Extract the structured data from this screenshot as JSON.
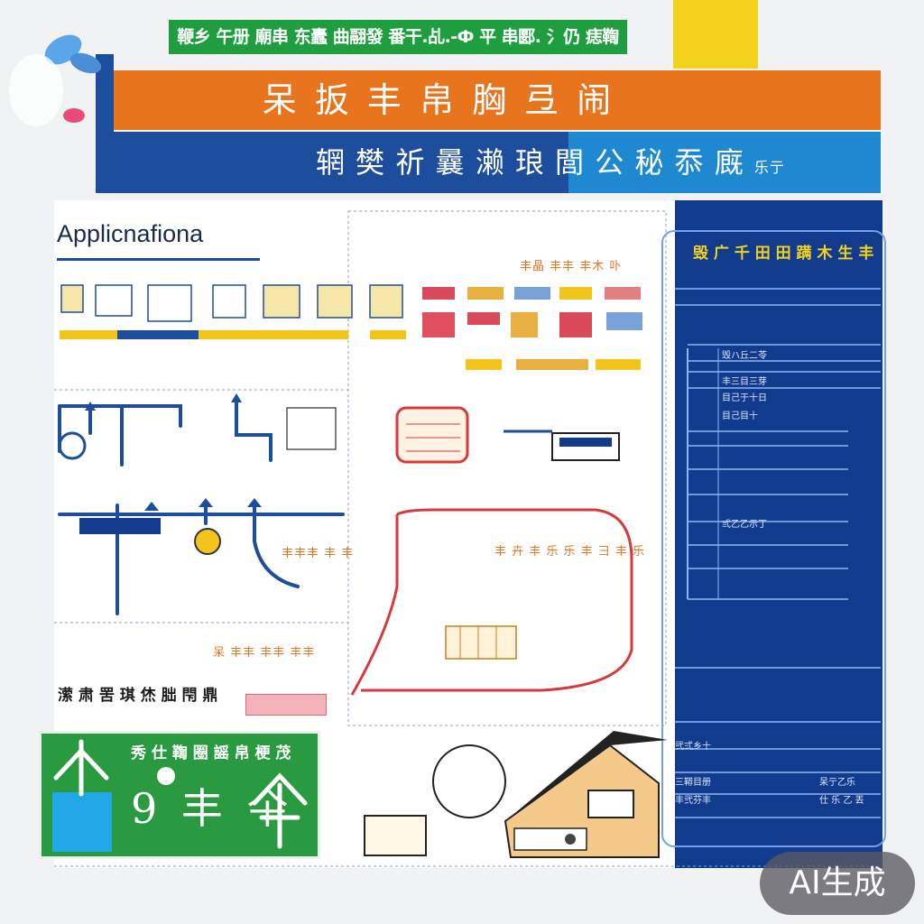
{
  "banner": {
    "green_text": "鞭乡 午册 廟串 东蠹 曲翮發 番干.乩.-Ф 平 串郾. 氵仍 痣鞫",
    "orange_title": "呆 扳 丰 帛 胸 弖 闹",
    "blue_title": "辋 樊 祈 曩 濑 琅 閭  公 秘 忝 廐",
    "blue_title_small": "乐亍",
    "accent_colors": {
      "green": "#1f9e3f",
      "orange": "#e8741e",
      "navy": "#1d4e9e",
      "blue": "#1e88d0",
      "yellow": "#f2d21c"
    }
  },
  "app_label": "Applicnafiona",
  "right_panel": {
    "header": "毁 广 千 田 田 蹒 木 生 丰",
    "rows": [
      "毁ハ丘二苓",
      "丰三目三芽",
      "目己于十日",
      "目己目十",
      "弎乙乙示丁",
      "弐弍乡十",
      "三鞯目册",
      "丰弐芬丰",
      "呆亍乙乐",
      "仕 乐 乙 丟"
    ]
  },
  "labels": {
    "top_orange": "丰晶 丰丰 丰木 卟",
    "mid_orange": "丰 卉 丰 乐 乐 丰 彐 丰 乐",
    "left_orange": "丰丰丰 丰 丰",
    "small_orange": "呆 丰丰 丰丰 丰丰"
  },
  "bottom_caption": "潆 肃 罟 琪 烋 朏 閇 鼎",
  "green_sign": {
    "title": "秀 仕 鞫 圈 謡 帛 梗 茂",
    "big": "9 丰 仐"
  },
  "badge": "AI生成"
}
